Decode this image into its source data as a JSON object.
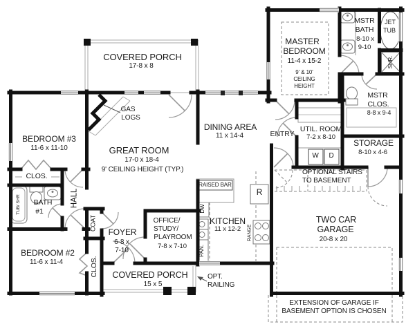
{
  "document": {
    "type": "house floor plan drawing"
  },
  "colors": {
    "wall": "#111111",
    "thin_line": "#999999",
    "text": "#1a1a1a",
    "background": "#ffffff"
  },
  "labels": {
    "covered_porch_top_name": "COVERED PORCH",
    "covered_porch_top_dims": "17-8 x 8",
    "bedroom3_name": "BEDROOM #3",
    "bedroom3_dims": "11-6 x 11-10",
    "gas_logs_line1": "GAS",
    "gas_logs_line2": "LOGS",
    "great_room_name": "GREAT ROOM",
    "great_room_dims": "17-0 x 18-4",
    "great_room_note": "9' CEILING HEIGHT (TYP.)",
    "dining_name": "DINING AREA",
    "dining_dims": "11 x 14-4",
    "master_name_line1": "MASTER",
    "master_name_line2": "BEDROOM",
    "master_dims": "11-4 x 15-2",
    "master_note_line1": "9' & 10'",
    "master_note_line2": "CEILING",
    "master_note_line3": "HEIGHT",
    "mstr_bath_line1": "MSTR",
    "mstr_bath_line2": "BATH",
    "mstr_bath_line3": "8-10 x",
    "mstr_bath_line4": "9-10",
    "jet_tub_line1": "JET",
    "jet_tub_line2": "TUB",
    "shower": "SHR.",
    "mstr_clos_line1": "MSTR",
    "mstr_clos_line2": "CLOS.",
    "mstr_clos_dims": "8-8 x 9-4",
    "entry": "ENTRY",
    "util_room_name": "UTIL. ROOM",
    "util_room_dims": "7-2 x 8-10",
    "washer": "W",
    "dryer": "D",
    "storage_name": "STORAGE",
    "storage_dims": "8-10 x 4-6",
    "clos_bed3": "CLOS.",
    "bath1_line1": "BATH",
    "bath1_line2": "#1",
    "tub_shr": "TUB/ SHR",
    "hall": "HALL",
    "coat": "COAT",
    "clos_bed2": "CLOS.",
    "bedroom2_name": "BEDROOM #2",
    "bedroom2_dims": "11-6 x 11-4",
    "foyer_name": "FOYER",
    "foyer_dims_line1": "6-8 x",
    "foyer_dims_line2": "7-10",
    "office_line1": "OFFICE/",
    "office_line2": "STUDY/",
    "office_line3": "PLAYROOM",
    "office_dims": "7-8 x 7-10",
    "covered_porch_bottom_name": "COVERED PORCH",
    "covered_porch_bottom_dims": "15 x 5",
    "opt_railing_line1": "OPT.",
    "opt_railing_line2": "RAILING",
    "raised_bar": "RAISED BAR",
    "dishwasher": "DW",
    "kitchen_name": "KITCHEN",
    "kitchen_dims": "11 x 12-2",
    "pantry": "PAN.",
    "range": "RANGE",
    "fridge": "R",
    "opt_stairs_line1": "OPTIONAL STAIRS",
    "opt_stairs_line2": "TO BASEMENT",
    "garage_line1": "TWO CAR",
    "garage_line2": "GARAGE",
    "garage_dims": "20-8 x 20",
    "extension_line1": "EXTENSION OF GARAGE IF",
    "extension_line2": "BASEMENT OPTION IS CHOSEN"
  }
}
